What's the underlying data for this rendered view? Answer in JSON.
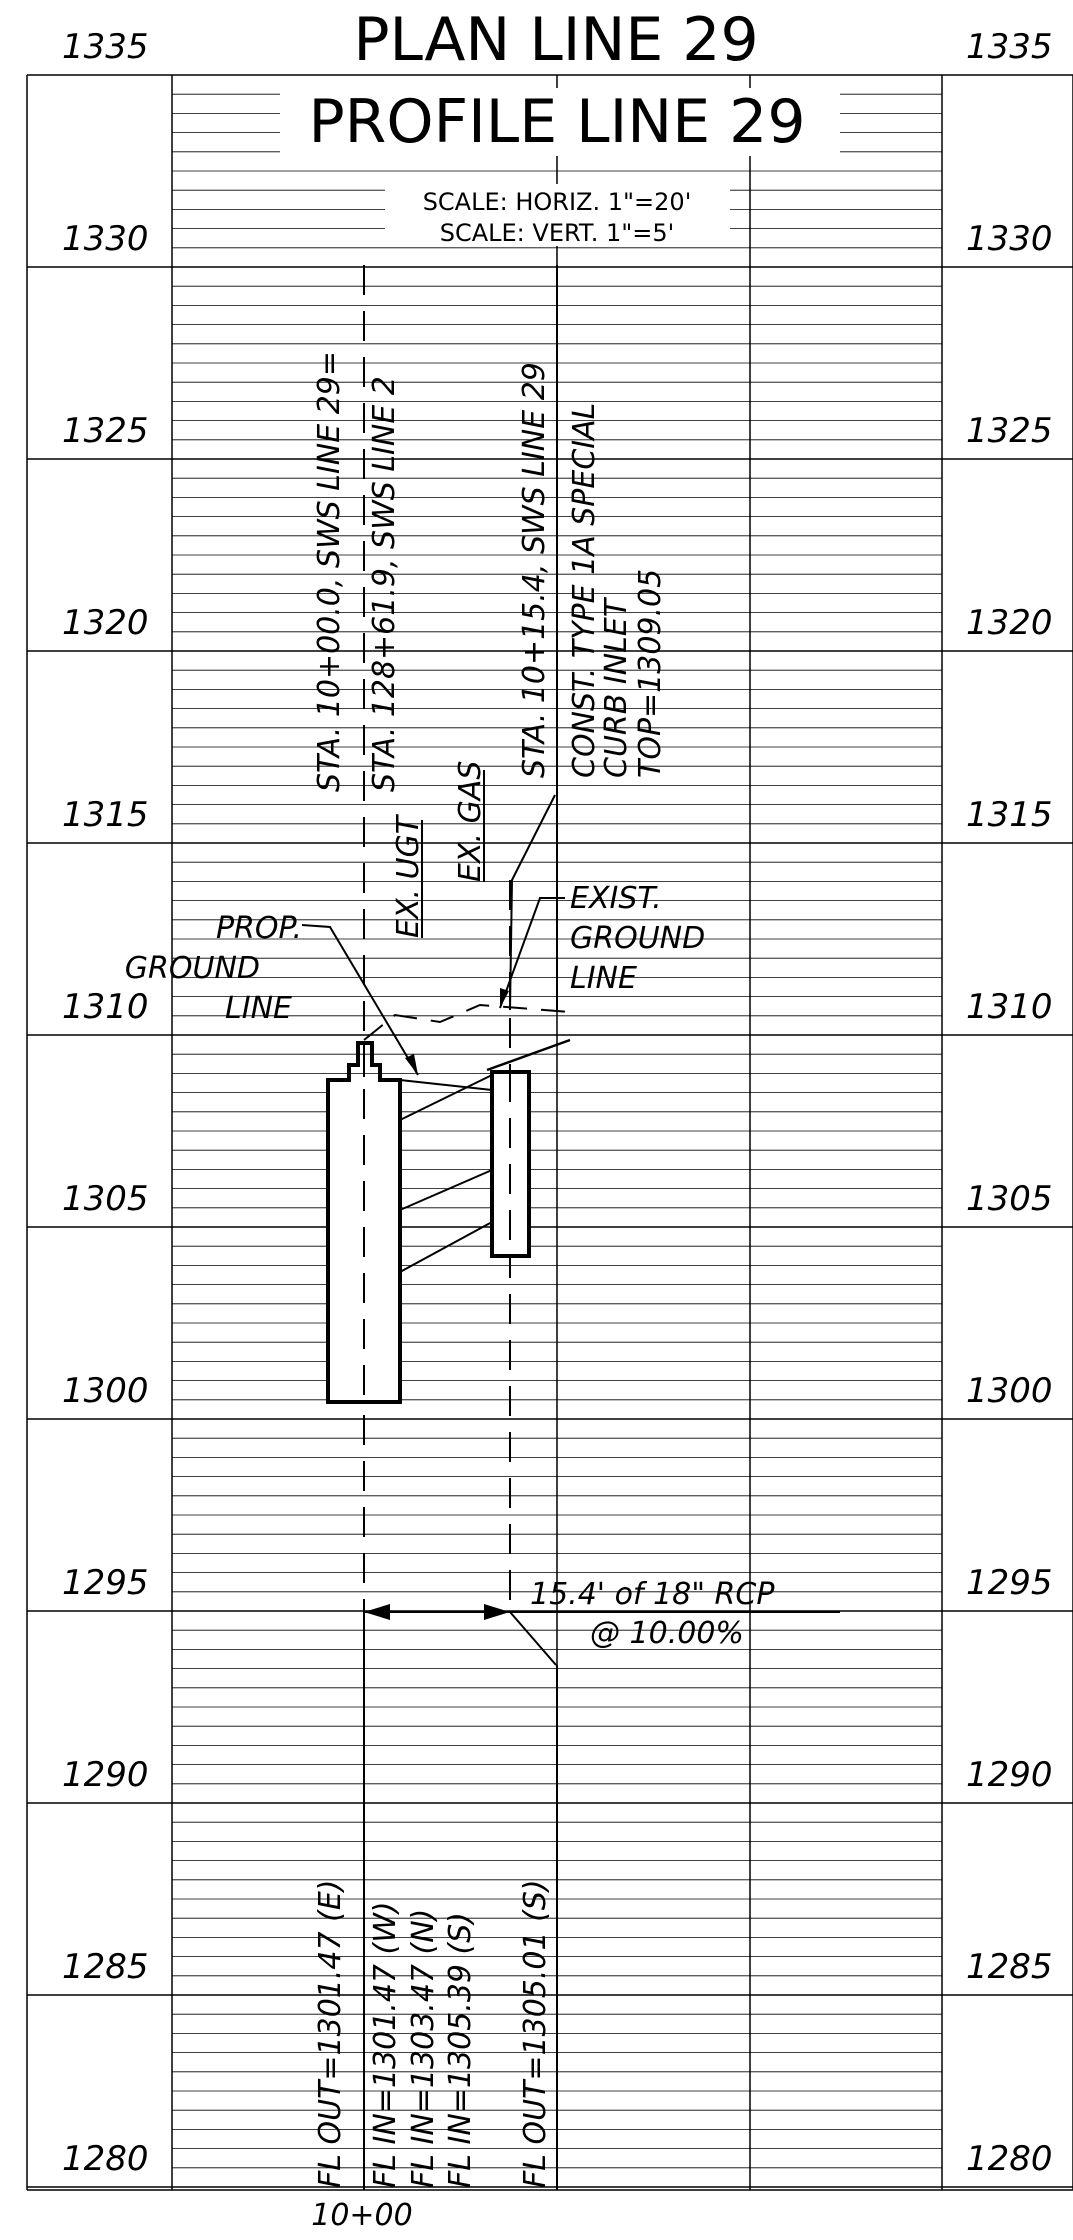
{
  "title": "PLAN LINE 29",
  "subtitle": "PROFILE LINE 29",
  "scale_horiz": "SCALE:  HORIZ.  1\"=20'",
  "scale_vert": "SCALE:  VERT.  1\"=5'",
  "elevations": [
    "1335",
    "1330",
    "1325",
    "1320",
    "1315",
    "1310",
    "1305",
    "1300",
    "1295",
    "1290",
    "1285",
    "1280"
  ],
  "station_label_bottom": "10+00",
  "station_notes": {
    "line1": "STA.  10+00.0,  SWS LINE 29=",
    "line2": "STA.  128+61.9,  SWS LINE 2",
    "line3": "STA.  10+15.4,  SWS  LINE 29",
    "line4": "CONST.  TYPE  1A  SPECIAL",
    "line5": "CURB  INLET",
    "line6": "TOP=1309.05"
  },
  "utilities": {
    "ugt": "EX. UGT",
    "gas": "EX. GAS"
  },
  "prop_ground": [
    "PROP.",
    "GROUND",
    "LINE"
  ],
  "exist_ground": [
    "EXIST.",
    "GROUND",
    "LINE"
  ],
  "pipe_note": {
    "line1": "15.4'  of  18\"  RCP",
    "line2": "@  10.00%"
  },
  "flowlines": {
    "fl1": "FL  OUT=1301.47  (E)",
    "fl2": "FL  IN=1301.47  (W)",
    "fl3": "FL  IN=1303.47  (N)",
    "fl4": "FL  IN=1305.39  (S)",
    "fl5": "FL  OUT=1305.01  (S)"
  }
}
